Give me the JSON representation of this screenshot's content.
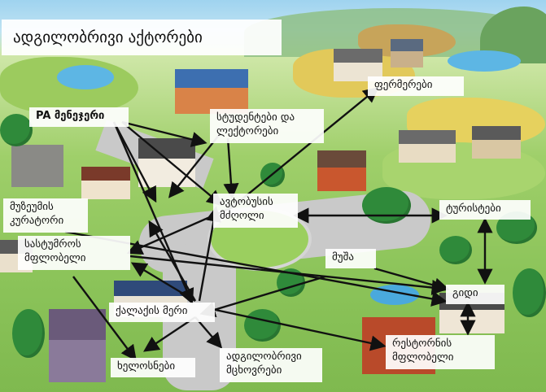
{
  "title": "ადგილობრივი აქტორები",
  "actors": {
    "pa_manager": "PA მენეჯერი",
    "students_lecturers_1": "სტუდენტები და",
    "students_lecturers_2": "ლექტორები",
    "farmers": "ფერმერები",
    "museum_curator_1": "მუზეუმის",
    "museum_curator_2": "კურატორი",
    "hotel_owner_1": "სასტუმროს",
    "hotel_owner_2": "მფლობელი",
    "bus_driver_1": "ავტობუსის",
    "bus_driver_2": "მძღოლი",
    "tourists": "ტურისტები",
    "worker": "მუშა",
    "guide": "გიდი",
    "mayor": "ქალაქის მერი",
    "artisans": "ხელოსნები",
    "local_residents_1": "ადგილობრივი",
    "local_residents_2": "მცხოვრები",
    "restaurant_owner_1": "რესტორნის",
    "restaurant_owner_2": "მფლობელი"
  },
  "colors": {
    "label_bg": "#ffffff",
    "arrow": "#111111",
    "text": "#111111"
  }
}
